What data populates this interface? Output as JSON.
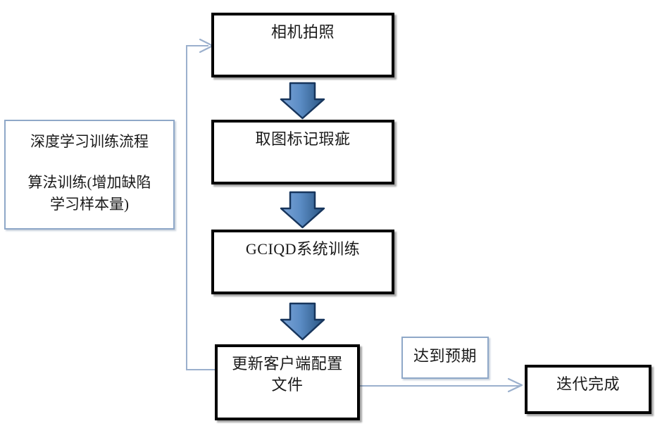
{
  "diagram": {
    "title_hidden": "",
    "colors": {
      "box_border_heavy": "#000000",
      "box_border_light": "#8fa8c8",
      "arrow_fill_light": "#6f9ad3",
      "arrow_fill_dark": "#2e5f96",
      "arrow_outline": "#17355c",
      "connector_line": "#9bb0cd",
      "text": "#1a1a1a",
      "background": "#ffffff"
    },
    "side_panel": {
      "name": "deep-learning-training-process-panel",
      "line1": "深度学习训练流程",
      "line2": "算法训练(增加缺陷\n学习样本量)"
    },
    "nodes": [
      {
        "id": "camera-capture",
        "label": "相机拍照"
      },
      {
        "id": "mark-defects",
        "label": "取图标记瑕疵"
      },
      {
        "id": "gciqd-training",
        "label": "GCIQD系统训练"
      },
      {
        "id": "update-client-config",
        "label": "更新客户端配置\n文件"
      },
      {
        "id": "meets-expectation",
        "label": "达到预期"
      },
      {
        "id": "iteration-complete",
        "label": "迭代完成"
      }
    ],
    "arrows": [
      {
        "id": "arrow-camera-to-mark",
        "type": "block-down"
      },
      {
        "id": "arrow-mark-to-training",
        "type": "block-down"
      },
      {
        "id": "arrow-training-to-config",
        "type": "block-down"
      },
      {
        "id": "arrow-config-to-complete",
        "type": "line-right",
        "label": "达到预期"
      },
      {
        "id": "arrow-feedback-to-camera",
        "type": "line-loop-up"
      }
    ]
  }
}
